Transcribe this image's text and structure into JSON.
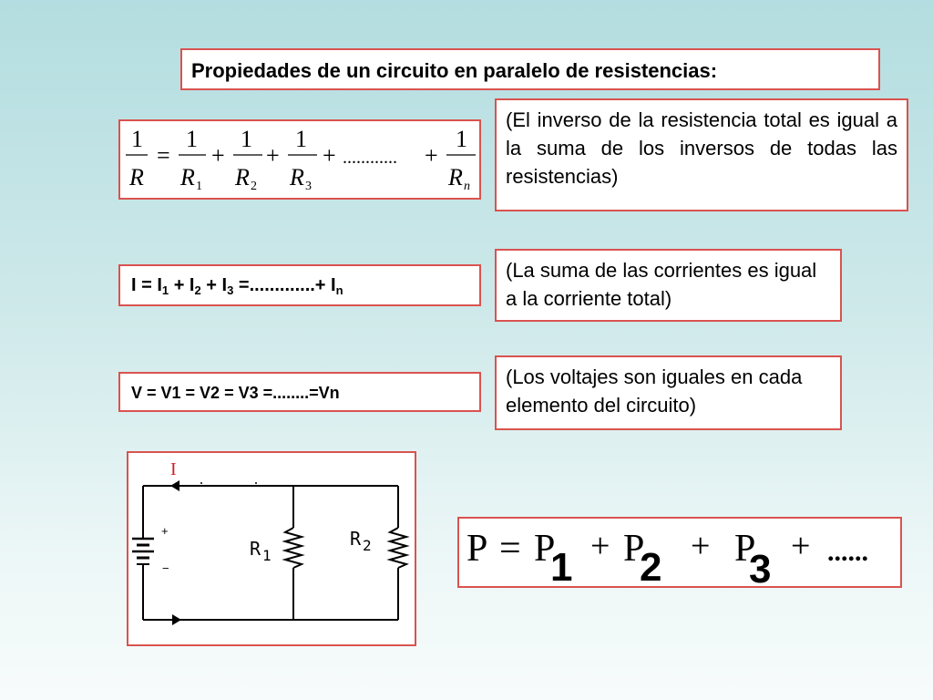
{
  "title": "Propiedades de un circuito en paralelo de resistencias:",
  "notes": {
    "inverse": "(El inverso de la resistencia total es igual a la suma de los inversos de todas las resistencias)",
    "currents": "(La suma de las corrientes es igual a la corriente total)",
    "voltages": "(Los voltajes son iguales en cada elemento del circuito)"
  },
  "resistance_formula": {
    "one": "1",
    "total": "R",
    "r1": "R",
    "r1_sub": "1",
    "r2": "R",
    "r2_sub": "2",
    "r3": "R",
    "r3_sub": "3",
    "rn": "R",
    "rn_sub": "n",
    "equals": "=",
    "plus": "+",
    "dots": "............"
  },
  "current_formula": {
    "lead": "I  = I",
    "s1": "1",
    "p2": " +  I",
    "s2": "2",
    "p3": " +  I",
    "s3": "3",
    "tail": " =.............+ I",
    "sn": "n"
  },
  "voltage_formula": "V = V1 = V2 = V3 =........=Vn",
  "circuit": {
    "current_label": "I",
    "plus_sign": "+",
    "minus_sign": "−",
    "r1_label": "R",
    "r1_sub": "1",
    "r2_label": "R",
    "r2_sub": "2"
  },
  "power_formula": {
    "p": "P",
    "eq": "=",
    "s1": "1",
    "s2": "2",
    "s3": "3",
    "plus": "+",
    "dots": "......"
  },
  "colors": {
    "border": "#d9534f",
    "current_label": "#cc2222"
  }
}
